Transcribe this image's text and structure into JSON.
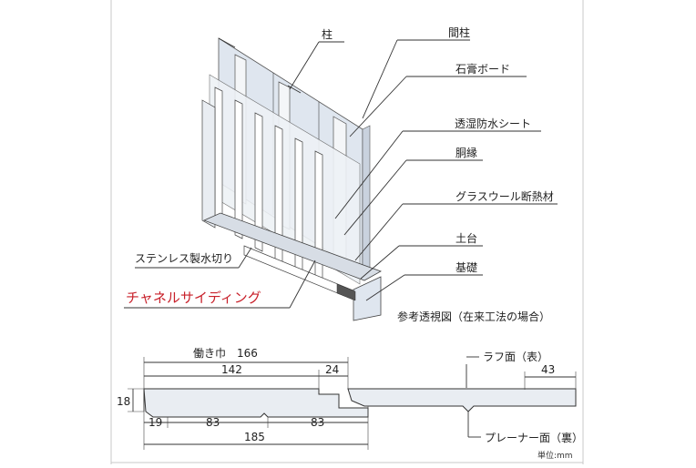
{
  "labels": {
    "hashira": "柱",
    "mabashira": "間柱",
    "sekko_board": "石膏ボード",
    "toshitsu_sheet": "透湿防水シート",
    "dobuchi": "胴縁",
    "glasswool": "グラスウール断熱材",
    "dodai": "土台",
    "kiso": "基礎",
    "stainless": "ステンレス製水切り",
    "channel_siding": "チャネルサイディング",
    "caption": "参考透視図（在来工法の場合）"
  },
  "profile": {
    "working_width": "働き巾　166",
    "dim_142": "142",
    "dim_24": "24",
    "dim_43": "43",
    "dim_18": "18",
    "dim_19": "19",
    "dim_83a": "83",
    "dim_83b": "83",
    "dim_185": "185",
    "rough_face": "ラフ面（表）",
    "planer_face": "プレーナー面（裏）",
    "unit": "単位:mm"
  },
  "colors": {
    "board": "#dfe6ef",
    "siding": "#e9edf2",
    "accent": "#c8202a"
  }
}
